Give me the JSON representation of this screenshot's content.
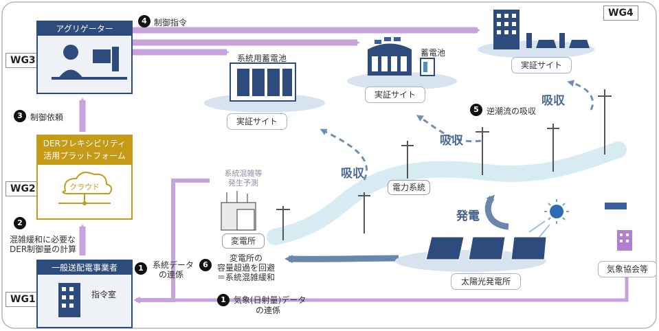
{
  "wg": {
    "wg1": "WG1",
    "wg2": "WG2",
    "wg3": "WG3",
    "wg4": "WG4"
  },
  "aggregator": {
    "title": "アグリゲーター"
  },
  "der_platform": {
    "line1": "DERフレキシビリティ",
    "line2": "活用プラットフォーム",
    "cloud": "クラウド"
  },
  "utility": {
    "title": "一般送配電事業者",
    "room": "指令室"
  },
  "steps": {
    "s1_num": "1",
    "s1_label": "系統データ",
    "s1_label2": "の連係",
    "s1b_label": "気象(日射量)データ",
    "s1b_label2": "の連係",
    "s2_num": "2",
    "s2_line1": "混雑緩和に必要な",
    "s2_line2": "DER制御量の計算",
    "s3_num": "3",
    "s3_label": "制御依頼",
    "s4_num": "4",
    "s4_label": "制御指令",
    "s5_num": "5",
    "s5_label": "逆潮流の吸収",
    "s6_num": "6",
    "s6_line1": "変電所の",
    "s6_line2": "容量超過を回避",
    "s6_line3": "＝系統混雑緩和"
  },
  "sites": {
    "battery_label": "系統用蓄電池",
    "battery_site": "実証サイト",
    "store_battery": "蓄電池",
    "store_site": "実証サイト",
    "ev_site": "実証サイト"
  },
  "grid": {
    "congestion_line1": "系統混雑等",
    "congestion_line2": "発生予測",
    "substation": "変電所",
    "power_system": "電力系統"
  },
  "absorb": {
    "a1": "吸収",
    "a2": "吸収",
    "a3": "吸収"
  },
  "generation": {
    "label": "発電",
    "solar": "太陽光発電所"
  },
  "weather": {
    "label": "気象協会等"
  },
  "colors": {
    "dark_navy": "#2e4b7e",
    "arrow_purple": "#c7a3dc",
    "gold": "#c59a16",
    "light_blue": "#d7ebf2",
    "gen_blue": "#6a86ad"
  }
}
